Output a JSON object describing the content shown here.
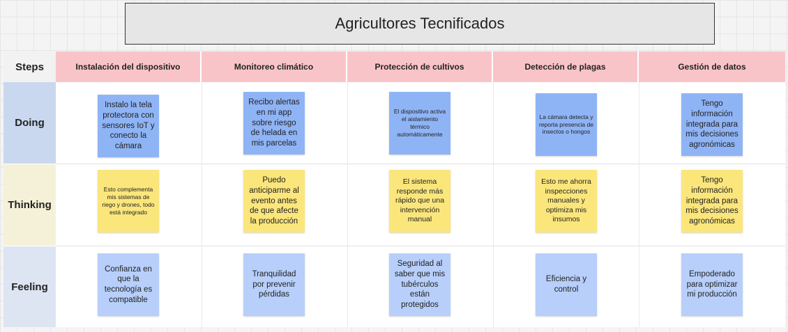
{
  "title": "Agricultores Tecnificados",
  "row_header": "Steps",
  "rows": [
    "Doing",
    "Thinking",
    "Feeling"
  ],
  "steps": [
    "Instalación del dispositivo",
    "Monitoreo climático",
    "Protección de cultivos",
    "Detección de plagas",
    "Gestión de datos"
  ],
  "notes": {
    "doing": [
      "Instalo la tela protectora con sensores IoT y conecto la cámara",
      "Recibo alertas en mi app sobre riesgo de helada en mis parcelas",
      "El dispositivo activa el aislamiento térmico automáticamente",
      "La cámara detecta y reporta presencia de insectos o hongos",
      "Tengo información integrada para mis decisiones agronómicas"
    ],
    "thinking": [
      "Esto complementa mis sistemas de riego y drones, todo está integrado",
      "Puedo anticiparme al evento antes de que afecte la producción",
      "El sistema responde más rápido que una intervención manual",
      "Esto me ahorra inspecciones manuales y optimiza mis insumos",
      "Tengo información integrada para mis decisiones agronómicas"
    ],
    "feeling": [
      "Confianza en que la tecnología es compatible",
      "Tranquilidad por prevenir pérdidas",
      "Seguridad al saber que mis tubérculos están protegidos",
      "Eficiencia y control",
      "Empoderado para optimizar mi producción"
    ]
  },
  "colors": {
    "header_pink": "#f9c4c8",
    "note_blue": "#8fb4f6",
    "note_yellow": "#fbe67c",
    "note_light_blue": "#b7cffa"
  }
}
